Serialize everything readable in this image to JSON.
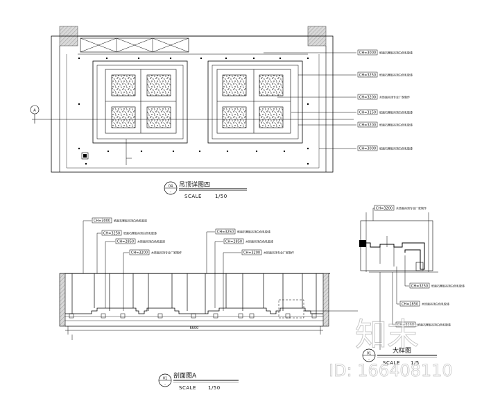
{
  "plan": {
    "title": "吊顶详图四",
    "scale_label": "SCALE",
    "scale_value": "1/50",
    "badge_top": "04",
    "badge_bottom": "-",
    "tags": [
      {
        "text": "CH=3000",
        "note": "纸面石膏板吊顶白色乳胶漆"
      },
      {
        "text": "CH=3250",
        "note": "纸面石膏板吊顶白色乳胶漆"
      },
      {
        "text": "CH=3200",
        "note": "木饰面吊顶专业厂家制作"
      },
      {
        "text": "CH=3150",
        "note": "纸面石膏板吊顶白色乳胶漆"
      },
      {
        "text": "CH=3200",
        "note": "纸面石膏板吊顶白色乳胶漆"
      },
      {
        "text": "CH=3000",
        "note": "纸面石膏板吊顶白色乳胶漆"
      }
    ]
  },
  "section": {
    "title": "剖面图A",
    "scale_label": "SCALE",
    "scale_value": "1/50",
    "badge_top": "01",
    "badge_bottom": "-",
    "tags": [
      {
        "text": "CH=3000",
        "note": "纸面石膏板吊顶白色乳胶漆"
      },
      {
        "text": "CH=3250",
        "note": "纸面石膏板吊顶白色乳胶漆"
      },
      {
        "text": "CH=2850",
        "note": "木饰面吊顶白色乳胶漆"
      },
      {
        "text": "CH=3200",
        "note": "木饰面吊顶专业厂家制作"
      },
      {
        "text": "CH=3250",
        "note": "纸面石膏板吊顶白色乳胶漆"
      },
      {
        "text": "CH=2850",
        "note": "木饰面吊顶白色乳胶漆"
      },
      {
        "text": "CH=3200",
        "note": "木饰面吊顶专业厂家制作"
      }
    ],
    "dim_text": "6600"
  },
  "detail": {
    "title": "大样图",
    "scale_label": "SCALE",
    "scale_value": "1/5",
    "badge_top": "01",
    "badge_bottom": "-",
    "tags": [
      {
        "text": "CH=3200",
        "note": "木饰面吊顶专业厂家制作"
      },
      {
        "text": "CH=3250",
        "note": "纸面石膏板吊顶白色乳胶漆"
      },
      {
        "text": "CH=2850",
        "note": "木饰面吊顶白色乳胶漆"
      },
      {
        "text": "CH=3150",
        "note": "纸面石膏板吊顶白色乳胶漆"
      }
    ]
  },
  "axis_marker": "A",
  "watermark": {
    "logo_text": "知末",
    "id_text": "ID: 166408110"
  }
}
